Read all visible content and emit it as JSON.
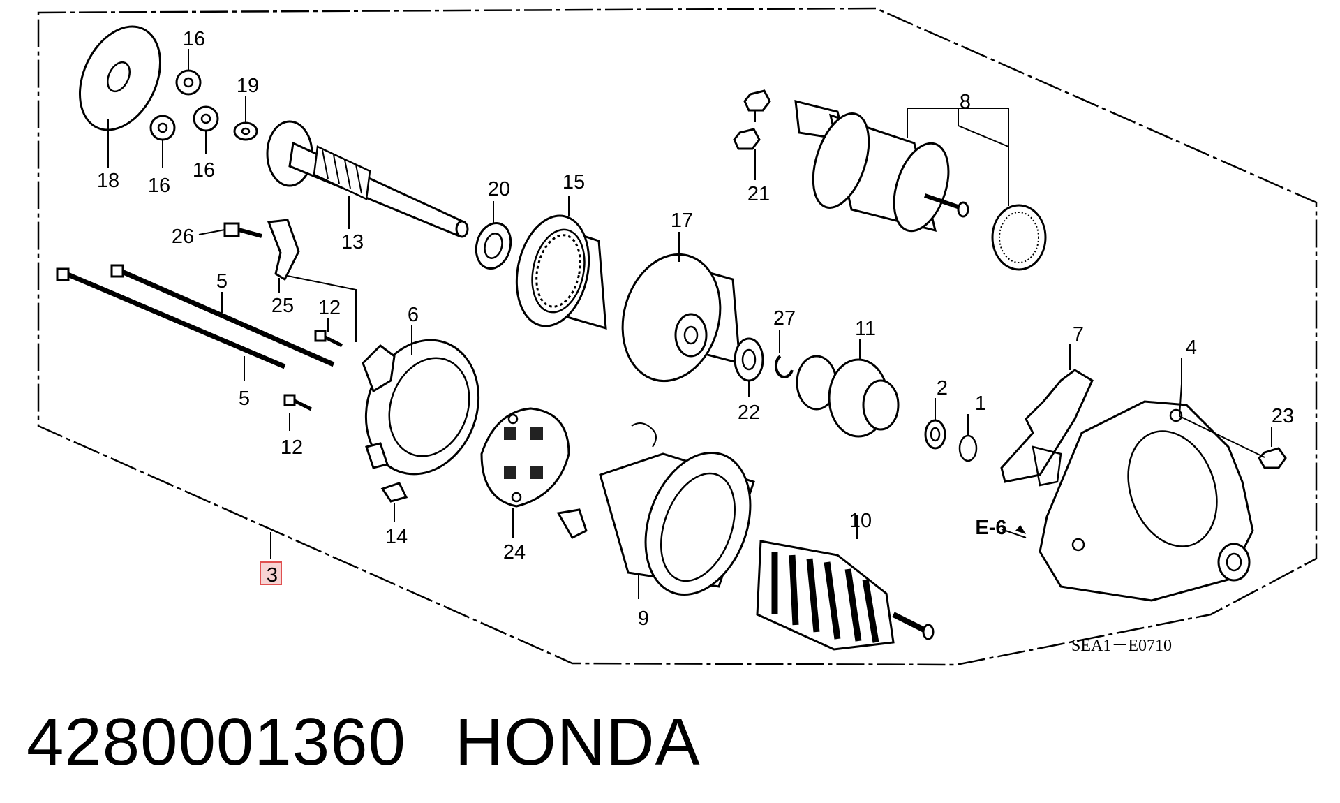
{
  "callouts": {
    "c1": "1",
    "c2": "2",
    "c3": "3",
    "c4": "4",
    "c5a": "5",
    "c5b": "5",
    "c6": "6",
    "c7": "7",
    "c8": "8",
    "c9": "9",
    "c10": "10",
    "c11": "11",
    "c12a": "12",
    "c12b": "12",
    "c13": "13",
    "c14": "14",
    "c15": "15",
    "c16a": "16",
    "c16b": "16",
    "c16c": "16",
    "c17": "17",
    "c18": "18",
    "c19": "19",
    "c20": "20",
    "c21": "21",
    "c22": "22",
    "c23": "23",
    "c24": "24",
    "c25": "25",
    "c26": "26",
    "c27": "27"
  },
  "reference": "E-6",
  "diagram_code": "SEA1－E0710",
  "footer": {
    "part_number": "4280001360",
    "brand": "HONDA"
  },
  "highlight_color": "#e05050"
}
